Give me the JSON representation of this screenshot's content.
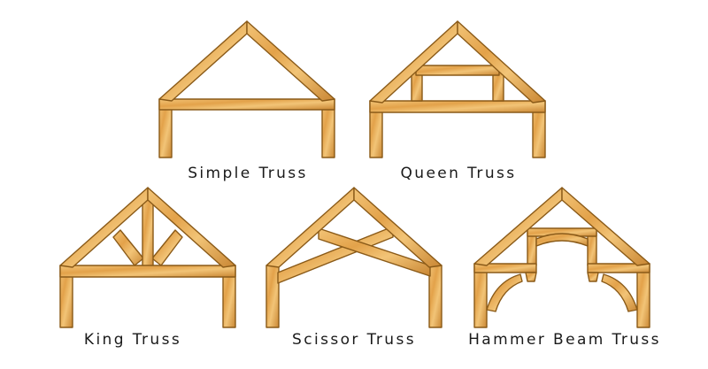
{
  "figure": {
    "trusses": [
      {
        "id": "simple",
        "label": "Simple Truss"
      },
      {
        "id": "queen",
        "label": "Queen Truss"
      },
      {
        "id": "king",
        "label": "King Truss"
      },
      {
        "id": "scissor",
        "label": "Scissor Truss"
      },
      {
        "id": "hammer",
        "label": "Hammer Beam Truss"
      }
    ],
    "colors": {
      "wood_light": "#f2c477",
      "wood_mid": "#e3a24a",
      "wood_dark": "#c98633",
      "outline": "#8a5a18",
      "text": "#1a1a1a"
    }
  }
}
